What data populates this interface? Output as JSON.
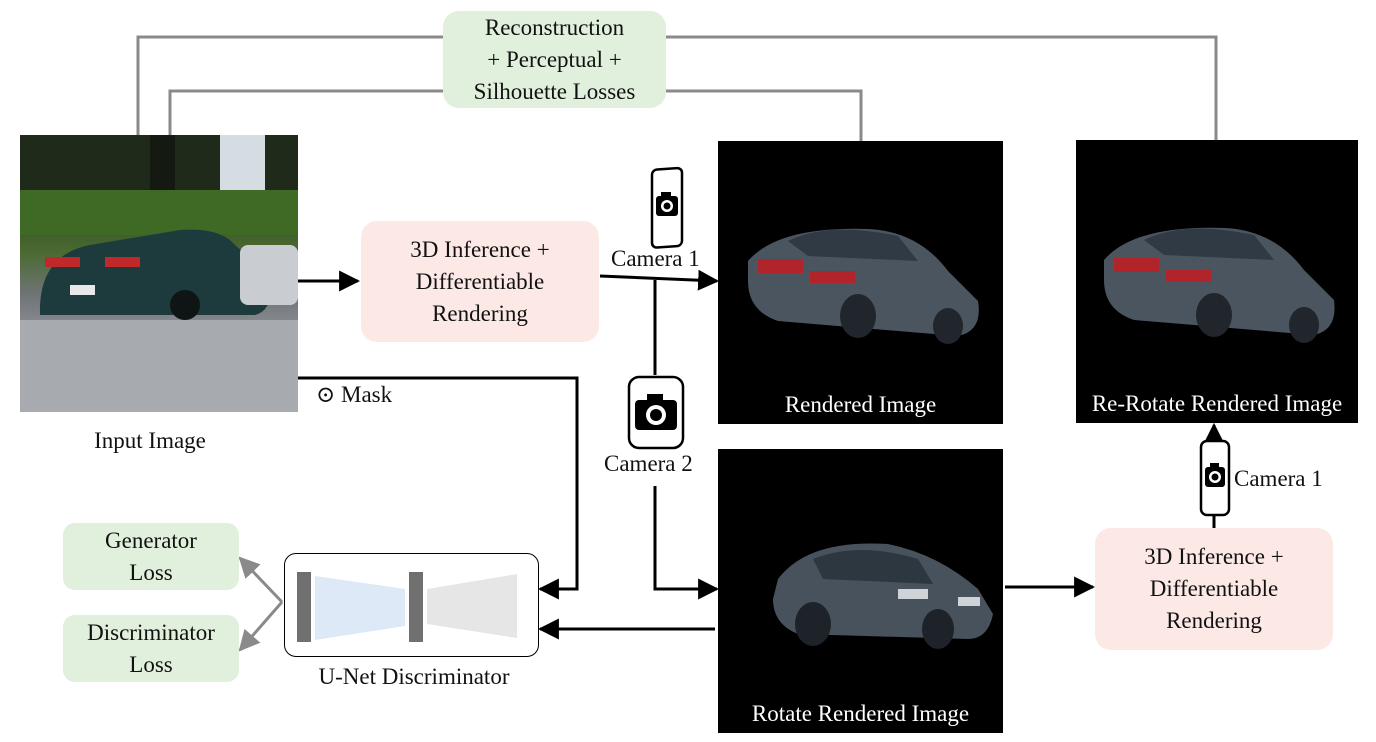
{
  "losses_box": [
    "Reconstruction",
    "+ Perceptual +",
    "Silhouette Losses"
  ],
  "inference_box_top": [
    "3D Inference +",
    "Differentiable",
    "Rendering"
  ],
  "inference_box_right": [
    "3D Inference +",
    "Differentiable",
    "Rendering"
  ],
  "generator_loss": [
    "Generator",
    "Loss"
  ],
  "discriminator_loss": [
    "Discriminator",
    "Loss"
  ],
  "labels": {
    "input_image": "Input Image",
    "mask": "⊙ Mask",
    "camera1_top": "Camera 1",
    "camera2": "Camera 2",
    "camera1_right": "Camera 1",
    "unet": "U-Net Discriminator"
  },
  "captions": {
    "rendered": "Rendered Image",
    "rerotate": "Re-Rotate Rendered Image",
    "rotate": "Rotate Rendered Image"
  },
  "colors": {
    "loss_green": "#e1f0dc",
    "inference_pink": "#fce9e6",
    "connector_gray": "#8a8a8a",
    "unet_encoder": "#dde9f6",
    "unet_decoder": "#e6e6e6"
  },
  "icons": [
    "camera-icon",
    "dot-product-icon"
  ]
}
